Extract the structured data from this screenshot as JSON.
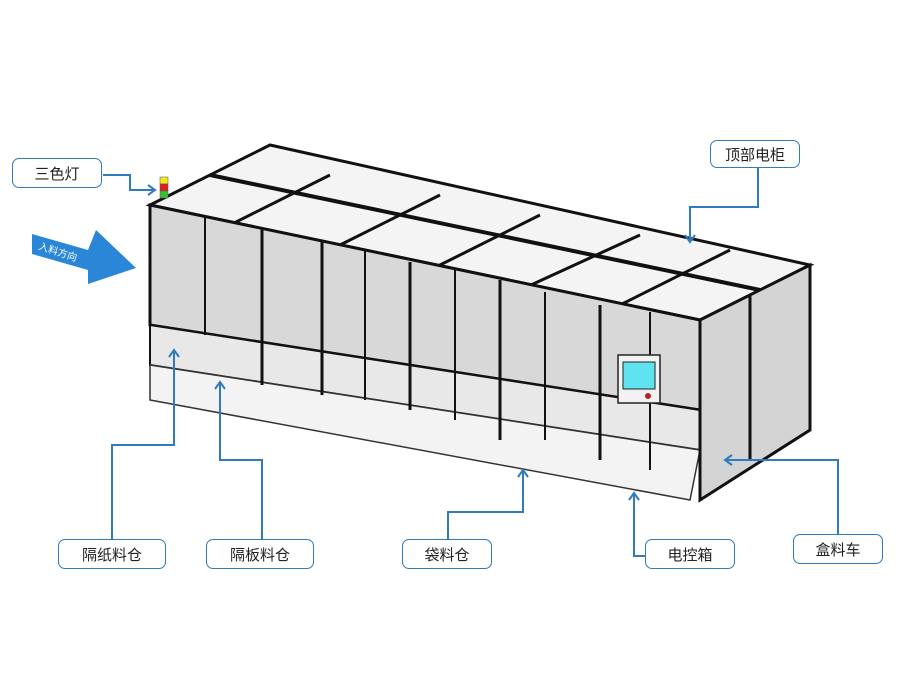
{
  "diagram": {
    "subject": "automated production line machine (isometric view)",
    "colors": {
      "callout_line": "#2f7bbd",
      "direction_arrow": "#2a86d6",
      "frame": "#111111",
      "panel": "#f2f2f2",
      "hmi_screen": "#5fe3f0"
    },
    "direction_arrow": {
      "label": "入料方向"
    },
    "callouts": [
      {
        "id": "tri-light",
        "label": "三色灯"
      },
      {
        "id": "top-cabinet",
        "label": "顶部电柜"
      },
      {
        "id": "separator-paper-bin",
        "label": "隔纸料仓"
      },
      {
        "id": "separator-board-bin",
        "label": "隔板料仓"
      },
      {
        "id": "bag-bin",
        "label": "袋料仓"
      },
      {
        "id": "control-box",
        "label": "电控箱"
      },
      {
        "id": "box-cart",
        "label": "盒料车"
      }
    ],
    "tower_light_colors": [
      "#f2e61c",
      "#e02020",
      "#35c035"
    ]
  }
}
